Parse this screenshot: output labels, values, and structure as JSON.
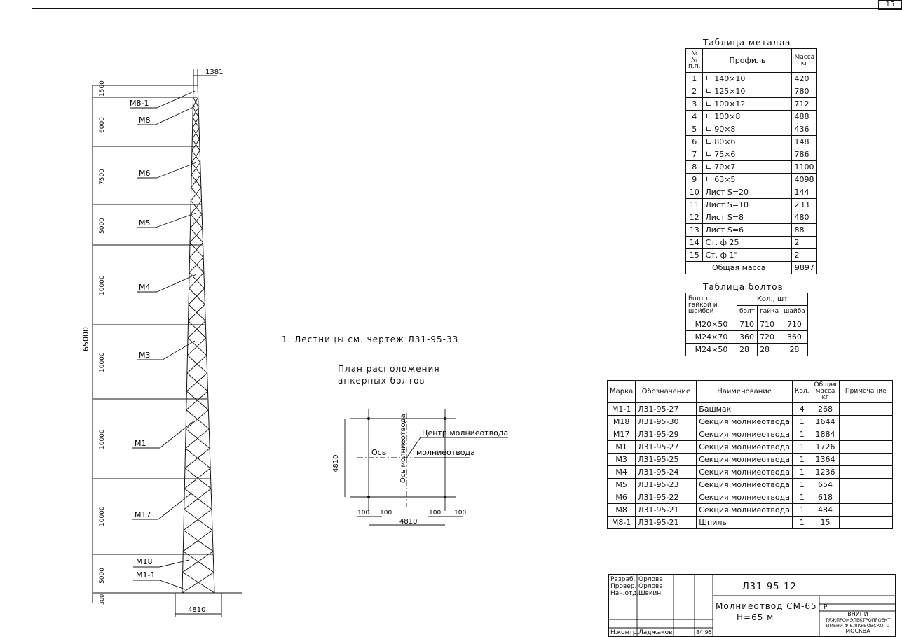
{
  "sheet": {
    "page": "15"
  },
  "tower": {
    "top_dim": "1381",
    "total_height": "65000",
    "base_width": "4810",
    "segment_heights": [
      "1500",
      "6000",
      "7500",
      "5000",
      "10000",
      "10000",
      "10000",
      "10000",
      "5000",
      "300"
    ],
    "marks": [
      "М8-1",
      "М8",
      "М6",
      "М5",
      "М4",
      "М3",
      "М1",
      "М17",
      "М18",
      "М1-1"
    ]
  },
  "note": "1. Лестницы см. чертеж Л31-95-33",
  "plan": {
    "title_line1": "План расположения",
    "title_line2": "анкерных болтов",
    "center_label": "Центр молниеотвода",
    "axis_h": "Ось",
    "axis_h2": "молниеотвода",
    "axis_v": "Ось молниеотвода",
    "dim_vertical": "4810",
    "dim_horizontal": "4810",
    "dim_100": "100"
  },
  "metal_table": {
    "title": "Таблица металла",
    "headers": [
      "№№ п.п.",
      "Профиль",
      "Масса кг"
    ],
    "rows": [
      [
        "1",
        "∟ 140×10",
        "420"
      ],
      [
        "2",
        "∟ 125×10",
        "780"
      ],
      [
        "3",
        "∟ 100×12",
        "712"
      ],
      [
        "4",
        "∟ 100×8",
        "488"
      ],
      [
        "5",
        "∟ 90×8",
        "436"
      ],
      [
        "6",
        "∟ 80×6",
        "148"
      ],
      [
        "7",
        "∟ 75×6",
        "786"
      ],
      [
        "8",
        "∟ 70×7",
        "1100"
      ],
      [
        "9",
        "∟ 63×5",
        "4098"
      ],
      [
        "10",
        "Лист S=20",
        "144"
      ],
      [
        "11",
        "Лист S=10",
        "233"
      ],
      [
        "12",
        "Лист S=8",
        "480"
      ],
      [
        "13",
        "Лист S=6",
        "88"
      ],
      [
        "14",
        "Ст. ф 25",
        "2"
      ],
      [
        "15",
        "Ст. ф 1\"",
        "2"
      ]
    ],
    "total_label": "Общая масса",
    "total_value": "9897"
  },
  "bolt_table": {
    "title": "Таблица болтов",
    "header_bolt": "Болт с гайкой и шайбой",
    "header_qty": "Кол., шт",
    "subheaders": [
      "болт",
      "гайка",
      "шайба"
    ],
    "rows": [
      [
        "М20×50",
        "710",
        "710",
        "710"
      ],
      [
        "М24×70",
        "360",
        "720",
        "360"
      ],
      [
        "М24×50",
        "28",
        "28",
        "28"
      ]
    ]
  },
  "spec_table": {
    "headers": [
      "Марка",
      "Обозначение",
      "Наименование",
      "Кол.",
      "Общая масса кг",
      "Примечание"
    ],
    "rows": [
      [
        "М1-1",
        "Л31-95-27",
        "Башмак",
        "4",
        "268",
        ""
      ],
      [
        "М18",
        "Л31-95-30",
        "Секция молниеотвода",
        "1",
        "1644",
        ""
      ],
      [
        "М17",
        "Л31-95-29",
        "Секция молниеотвода",
        "1",
        "1884",
        ""
      ],
      [
        "М1",
        "Л31-95-27",
        "Секция молниеотвода",
        "1",
        "1726",
        ""
      ],
      [
        "М3",
        "Л31-95-25",
        "Секция молниеотвода",
        "1",
        "1364",
        ""
      ],
      [
        "М4",
        "Л31-95-24",
        "Секция молниеотвода",
        "1",
        "1236",
        ""
      ],
      [
        "М5",
        "Л31-95-23",
        "Секция молниеотвода",
        "1",
        "654",
        ""
      ],
      [
        "М6",
        "Л31-95-22",
        "Секция молниеотвода",
        "1",
        "618",
        ""
      ],
      [
        "М8",
        "Л31-95-21",
        "Секция молниеотвода",
        "1",
        "484",
        ""
      ],
      [
        "М8-1",
        "Л31-95-21",
        "Шпиль",
        "1",
        "15",
        ""
      ]
    ]
  },
  "title_block": {
    "roles": [
      "Разраб.",
      "Провер.",
      "Нач.отд.",
      "Н.контр."
    ],
    "names": [
      "Орлова",
      "Орлова",
      "Швкин",
      "Ладжаков"
    ],
    "date": "84.95",
    "doc_code": "Л31-95-12",
    "name_line1": "Молниеотвод СМ-65",
    "name_line2": "Н=65 м",
    "stage": "Р",
    "org_line1": "ВНИПИ",
    "org_line2": "ТЯЖПРОМЭЛЕКТРОПРОЕКТ",
    "org_line3": "ИМЕНИ Ф.Б.ЯКУБОВСКОГО",
    "org_line4": "МОСКВА"
  }
}
